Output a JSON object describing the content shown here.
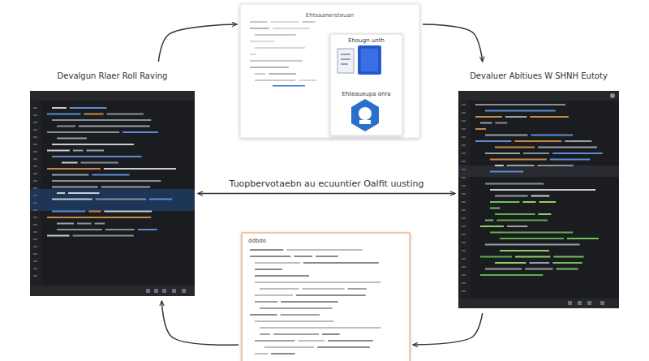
{
  "diagram": {
    "nodes": [
      {
        "text": [
          "Ehtsaanersteuan"
        ]
      },
      {
        "text": [
          "Ehougn unth",
          "Ehteaueupa onra"
        ],
        "in": 0
      },
      {
        "text": [
          "Devalgun Rlaer Roll Raving"
        ]
      },
      {
        "text": [
          "Devaluer Abitiues W SHNH Eutoty"
        ]
      },
      {
        "text": [
          "ddbdo"
        ]
      }
    ],
    "edges": [
      {
        "from": 2,
        "to": 0,
        "arrow": "to"
      },
      {
        "from": 0,
        "to": 3,
        "arrow": "to"
      },
      {
        "from": 3,
        "to": 4,
        "arrow": "to"
      },
      {
        "from": 4,
        "to": 2,
        "arrow": "to"
      },
      {
        "from": 2,
        "to": 3,
        "label": "Tuopbervotaebn au ecuuntier Oalfit uusting",
        "arrow": "both"
      }
    ]
  }
}
